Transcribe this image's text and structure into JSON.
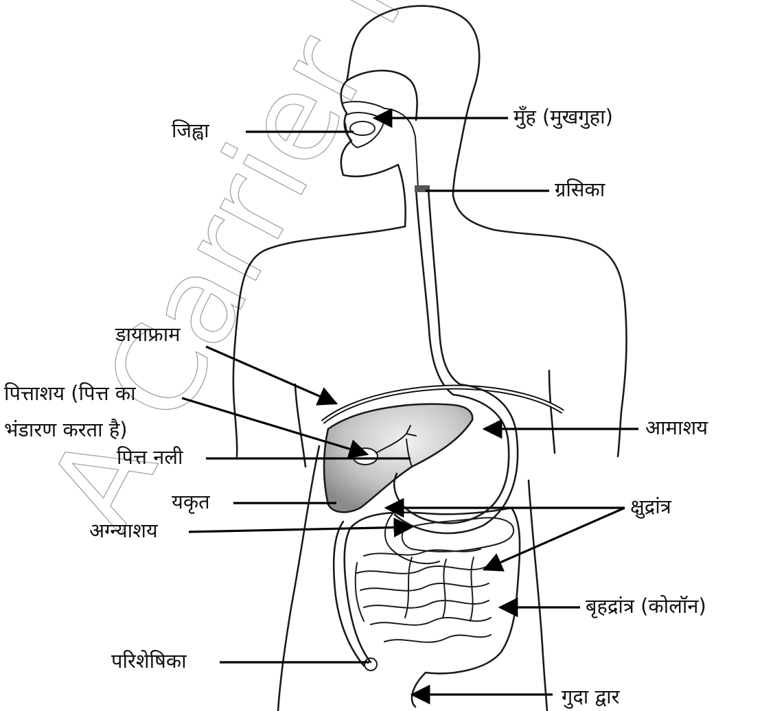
{
  "labels": {
    "tongue": "जिह्वा",
    "mouth": "मुँह (मुखगुहा)",
    "oesophagus": "ग्रसिका",
    "diaphragm": "डायाफ्राम",
    "gallbladder_line1": "पित्ताशय (पित्त का",
    "gallbladder_line2": "भंडारण करता है)",
    "bile_duct": "पित्त नली",
    "stomach": "आमाशय",
    "liver": "यकृत",
    "small_intestine": "क्षुद्रांत्र",
    "pancreas": "अग्न्याशय",
    "large_intestine": "बृहद्रांत्र (कोलॉन)",
    "appendix": "परिशेषिका",
    "anus": "गुदा द्वार"
  },
  "watermark": "A Carrier Point - Sc",
  "colors": {
    "outline": "#1a1a1a",
    "liver_fill": "#b9b9b9",
    "watermark": "#9a9a9a"
  }
}
